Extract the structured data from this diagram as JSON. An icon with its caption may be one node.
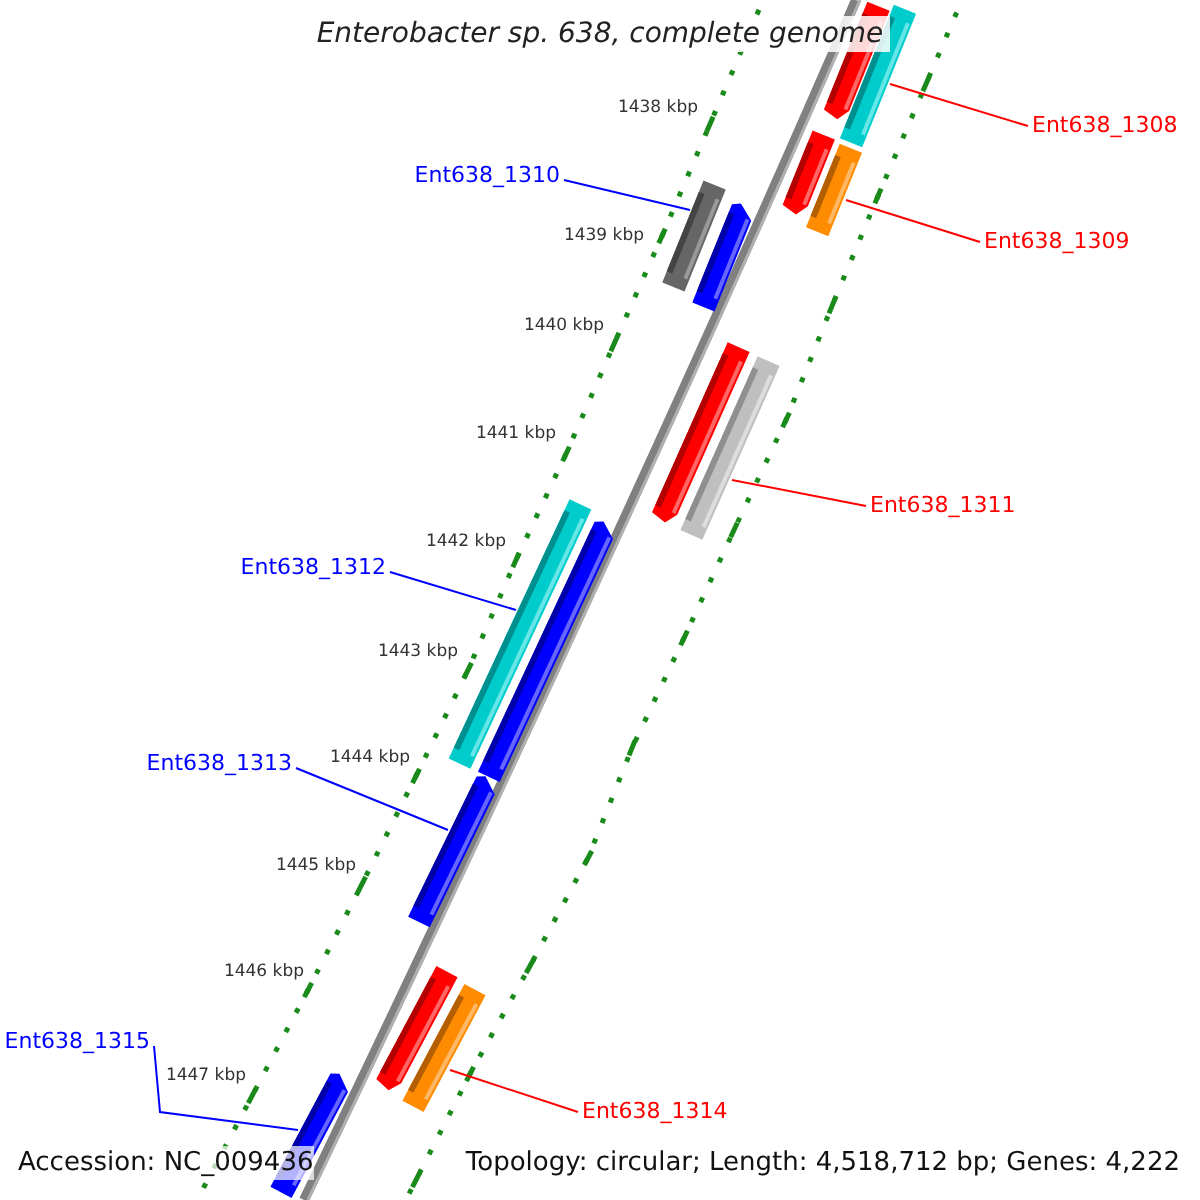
{
  "diagram": {
    "title": "Enterobacter sp. 638, complete genome",
    "nodes": [
      {
        "text": [
          "Ent638_1308"
        ]
      },
      {
        "text": [
          "Ent638_1309"
        ]
      },
      {
        "text": [
          "Ent638_1310"
        ]
      },
      {
        "text": [
          "Ent638_1311"
        ]
      },
      {
        "text": [
          "Ent638_1312"
        ]
      },
      {
        "text": [
          "Ent638_1313"
        ]
      },
      {
        "text": [
          "Ent638_1315"
        ]
      },
      {
        "text": [
          "Ent638_1314"
        ]
      },
      {
        "text": [],
        "shape": "bar"
      },
      {
        "text": [],
        "shape": "bar"
      },
      {
        "text": [],
        "shape": "bar"
      },
      {
        "text": [],
        "shape": "bar"
      },
      {
        "text": [],
        "shape": "bar"
      },
      {
        "text": [],
        "shape": "bar"
      },
      {
        "text": [],
        "shape": "bar"
      },
      {
        "text": [],
        "shape": "bar"
      },
      {
        "text": [],
        "shape": "bar"
      },
      {
        "text": [],
        "shape": "bar"
      },
      {
        "text": [],
        "shape": "bar"
      },
      {
        "text": [],
        "shape": "bar"
      },
      {
        "text": [],
        "shape": "bar"
      },
      {
        "text": [],
        "shape": "bar"
      }
    ],
    "edges": [
      {
        "from": 0,
        "to": 9,
        "arrow": "none",
        "color": "#ff0000"
      },
      {
        "from": 1,
        "to": 11,
        "arrow": "none",
        "color": "#ff0000"
      },
      {
        "from": 2,
        "to": 12,
        "arrow": "none",
        "color": "#0000ff"
      },
      {
        "from": 3,
        "to": 15,
        "arrow": "none",
        "color": "#ff0000"
      },
      {
        "from": 4,
        "to": 16,
        "arrow": "none",
        "color": "#0000ff"
      },
      {
        "from": 5,
        "to": 18,
        "arrow": "none",
        "color": "#0000ff"
      },
      {
        "from": 6,
        "to": 21,
        "arrow": "none",
        "color": "#0000ff"
      },
      {
        "from": 7,
        "to": 20,
        "arrow": "none",
        "color": "#ff0000"
      }
    ],
    "labels": [
      "1438 kbp",
      "1439 kbp",
      "1440 kbp",
      "1441 kbp",
      "1442 kbp",
      "1443 kbp",
      "1444 kbp",
      "1445 kbp",
      "1446 kbp",
      "1447 kbp",
      "Accession: NC_009436",
      "Topology: circular; Length: 4,518,712 bp; Genes: 4,222"
    ]
  }
}
